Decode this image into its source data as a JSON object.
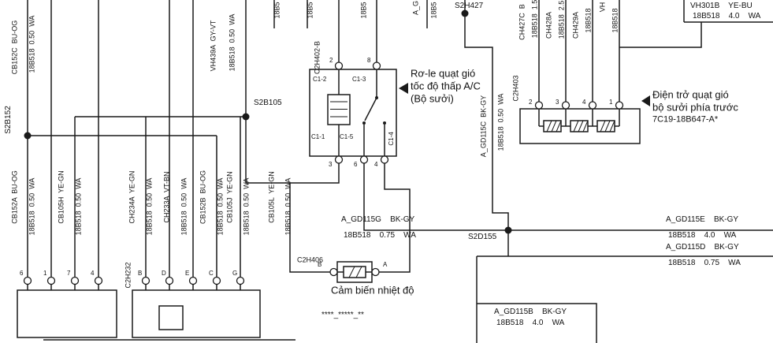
{
  "splices": {
    "s2b152": "S2B152",
    "s2b105": "S2B105",
    "s2h427": "S2H427",
    "s2d155": "S2D155"
  },
  "labels": {
    "cb152c": "CB152C  BU-OG",
    "cb152c_spec": "18B518  0.50  WA",
    "vh439a": "VH439A  GY-VT",
    "vh439a_spec": "18B518  0.50  WA",
    "cb152a": "CB152A  BU-OG",
    "cb152a_spec": "18B518  0.50  WA",
    "cb105h": "CB105H  YE-GN",
    "cb105h_spec": "18B518  0.50  WA",
    "ch234a": "CH234A  YE-GN",
    "ch234a_spec": "18B518  0.50  WA",
    "ch233a": "CH233A  VT-BN",
    "ch233a_spec": "18B518  0.50  WA",
    "cb152b": "CB152B  BU-OG",
    "cb152b_spec": "18B518  0.50  WA",
    "cb105j": "CB105J  YE-GN",
    "cb105j_spec": "18B518  0.50  WA",
    "cb105l": "CB105L  YE-GN",
    "cb105l_spec": "18B518  0.50  WA",
    "agd115c": "A_GD115C  BK-GY",
    "agd115c_spec": "18B518  0.50  WA",
    "ch427c": "CH427C  B",
    "ch427c_spec": "18B518  1.5",
    "ch428a": "CH428A",
    "ch428a_spec": "18B518  2.5",
    "ch429a": "CH429A",
    "ch429a_spec": "18B518",
    "vh_partial": "VH",
    "vh_partial_spec": "18B518",
    "top_partial_1": "18B5",
    "top_partial_2": "18B5",
    "top_partial_3": "18B5",
    "top_partial_4": "A_G",
    "top_partial_5": "18B5"
  },
  "ground": {
    "agd115g": "A_GD115G    BK-GY",
    "agd115g_spec": "18B518    0.75    WA",
    "agd115e": "A_GD115E    BK-GY",
    "agd115e_spec": "18B518    4.0    WA",
    "agd115d": "A_GD115D    BK-GY",
    "agd115d_spec": "18B518    0.75    WA",
    "agd115b": "A_GD115B    BK-GY",
    "agd115b_spec": "18B518    4.0    WA",
    "vh301b": "VH301B    YE-BU",
    "vh301b_spec": "18B518    4.0    WA"
  },
  "relay": {
    "connector": "C2H402-B",
    "caption1": "Rơ-le quạt gió",
    "caption2": "tốc độ thấp A/C",
    "caption3": "(Bộ sưởi)",
    "c12": "C1-2",
    "c13": "C1-3",
    "c11": "C1-1",
    "c15": "C1-5",
    "c14": "C1-4",
    "pins_top": [
      "2",
      "8"
    ],
    "pins_bottom": [
      "3",
      "6",
      "4"
    ]
  },
  "resistor": {
    "connector": "C2H403",
    "caption1": "Điện trở quạt gió",
    "caption2": "bộ sưởi phía trước",
    "part": "7C19-18B647-A*",
    "pins": [
      "2",
      "3",
      "4",
      "1"
    ]
  },
  "sensor": {
    "connector": "C2H406",
    "caption": "Cảm biến nhiệt độ",
    "pin_left": "B",
    "pin_right": "A",
    "masked": "****_*****_**"
  },
  "bottom": {
    "connector": "C2H232",
    "pins": [
      "6",
      "1",
      "7",
      "4",
      "B",
      "D",
      "E",
      "C",
      "G"
    ]
  }
}
